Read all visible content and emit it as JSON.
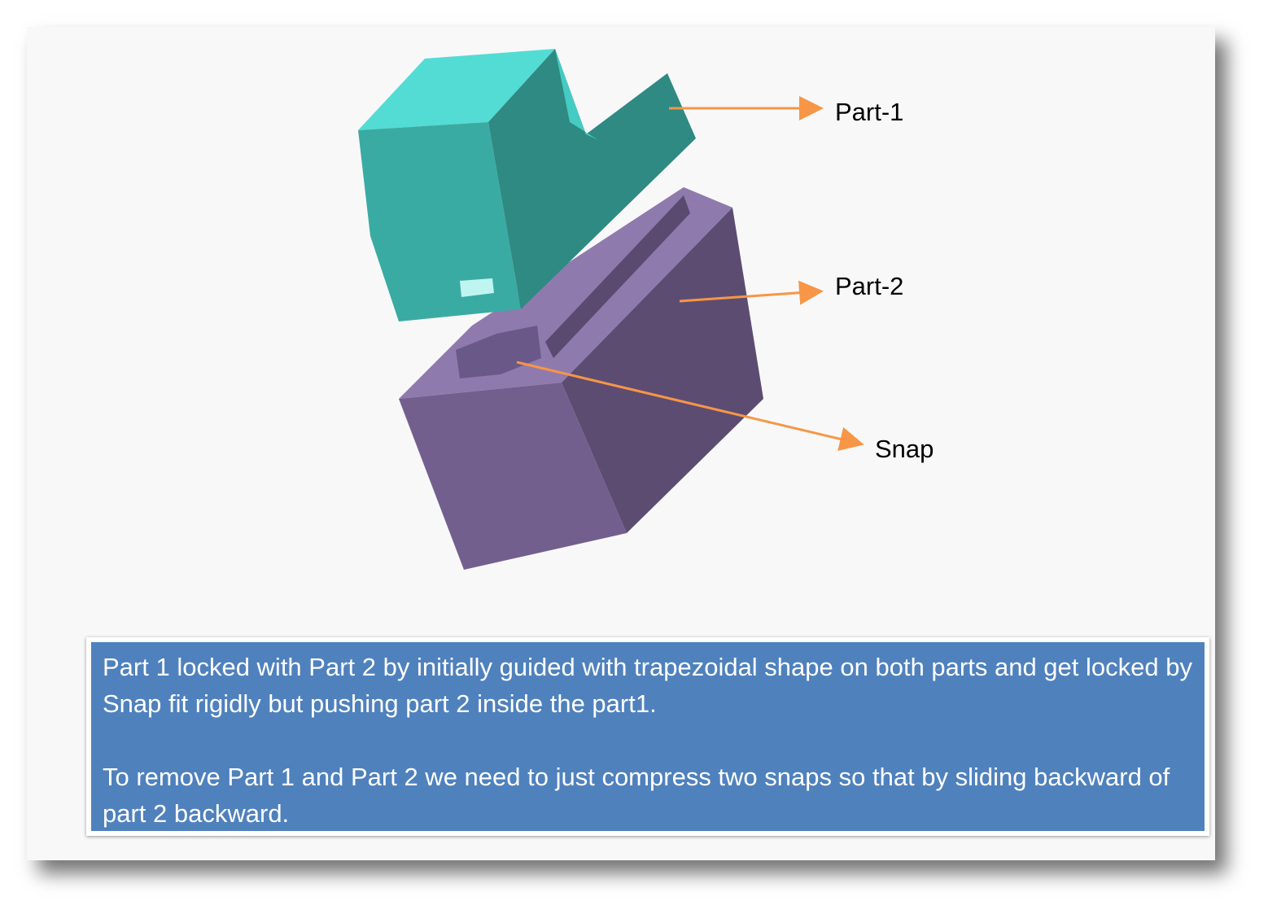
{
  "labels": {
    "part1": "Part-1",
    "part2": "Part-2",
    "snap": "Snap"
  },
  "note": {
    "paragraph1": "Part 1  locked with Part 2 by initially guided with trapezoidal shape on both parts and get locked by Snap fit rigidly but pushing part 2 inside the part1.",
    "paragraph2": "To remove Part 1 and Part 2 we need to just compress two snaps so that by sliding backward of part 2 backward."
  },
  "colors": {
    "arrow": "#f79646",
    "note_bg": "#4f81bd",
    "part1": "#3fb8b0",
    "part2": "#7a659a"
  }
}
